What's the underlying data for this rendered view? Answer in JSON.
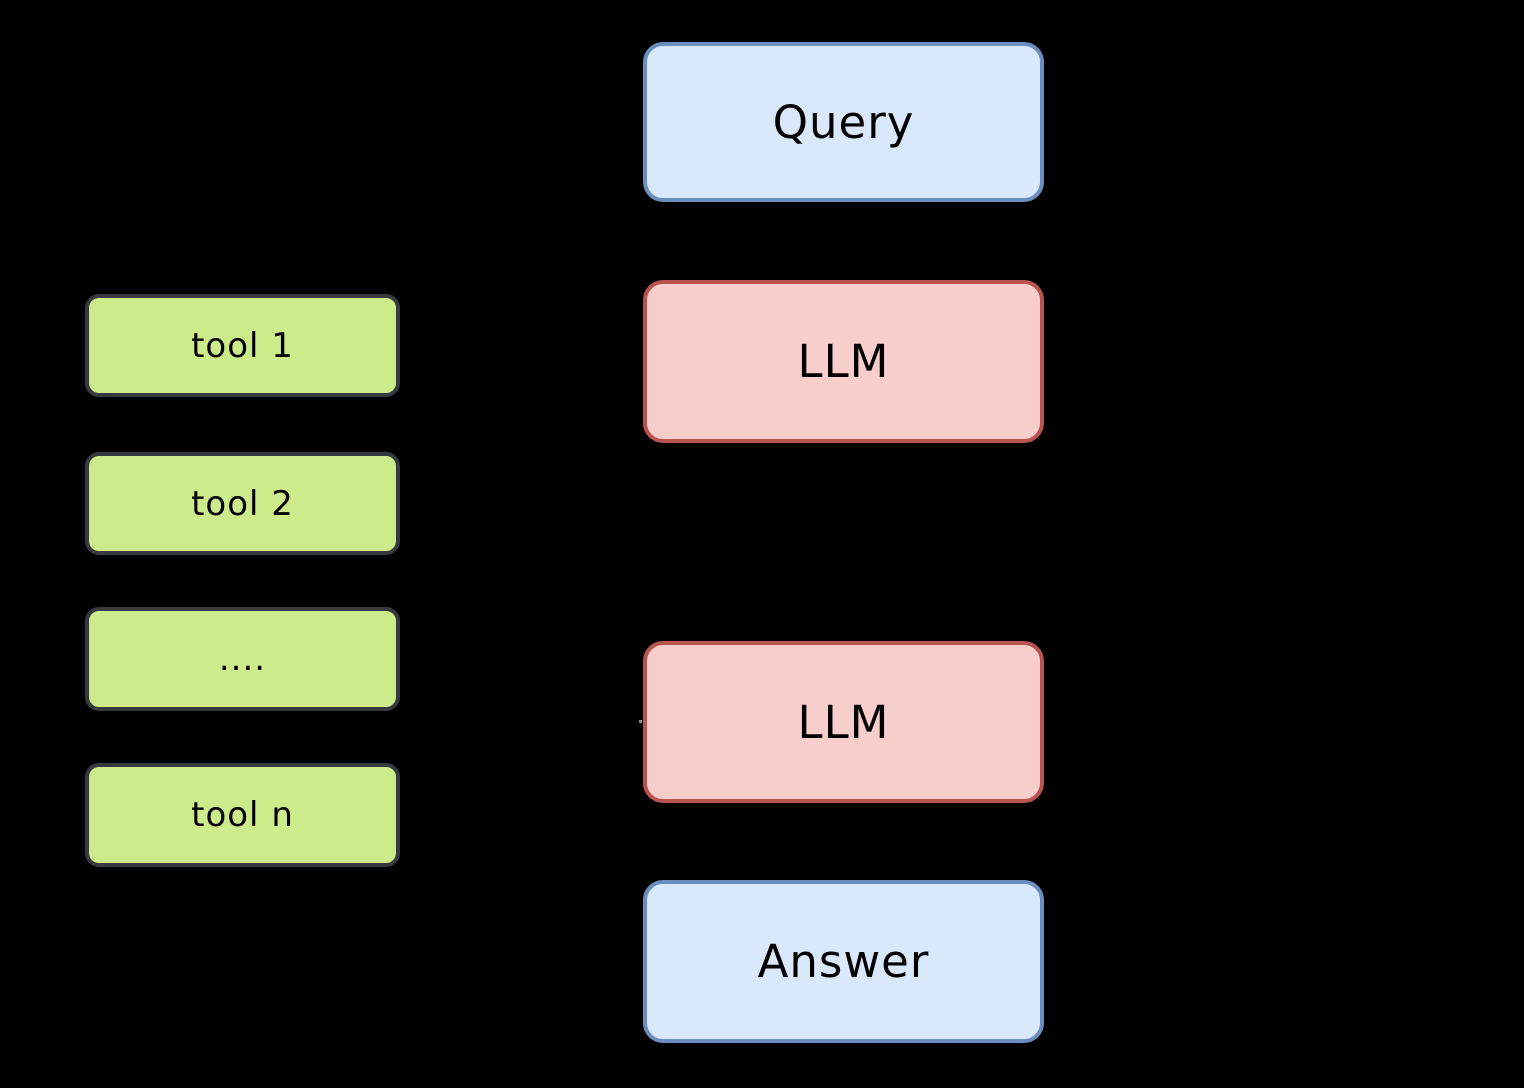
{
  "diagram": {
    "background_color": "#000000",
    "text_color": "#000000",
    "flow_nodes": [
      {
        "id": "query",
        "label": "Query",
        "fill": "#dae8fc",
        "stroke": "#6c8ebf"
      },
      {
        "id": "llm-top",
        "label": "LLM",
        "fill": "#f8cecc",
        "stroke": "#b85450"
      },
      {
        "id": "llm-bottom",
        "label": "LLM",
        "fill": "#f8cecc",
        "stroke": "#b85450"
      },
      {
        "id": "answer",
        "label": "Answer",
        "fill": "#dae8fc",
        "stroke": "#6c8ebf"
      }
    ],
    "tool_nodes": [
      {
        "id": "tool-1",
        "label": "tool 1",
        "fill": "#cdeb8b",
        "stroke": "#36393d"
      },
      {
        "id": "tool-2",
        "label": "tool 2",
        "fill": "#cdeb8b",
        "stroke": "#36393d"
      },
      {
        "id": "tool-dots",
        "label": "....",
        "fill": "#cdeb8b",
        "stroke": "#36393d"
      },
      {
        "id": "tool-n",
        "label": "tool n",
        "fill": "#cdeb8b",
        "stroke": "#36393d"
      }
    ]
  }
}
